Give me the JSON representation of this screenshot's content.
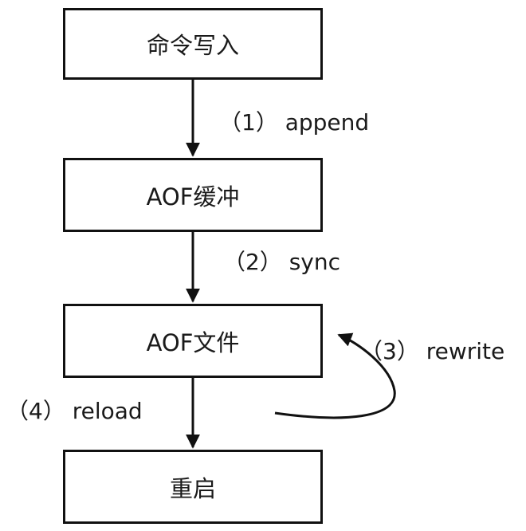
{
  "boxes": [
    {
      "label": "命令写入"
    },
    {
      "label": "AOF缓冲"
    },
    {
      "label": "AOF文件"
    },
    {
      "label": "重启"
    }
  ],
  "edges": [
    {
      "label": "（1） append"
    },
    {
      "label": "（2） sync"
    },
    {
      "label": "（3） rewrite"
    },
    {
      "label": "（4） reload"
    }
  ],
  "colors": {
    "stroke": "#111111",
    "background": "#ffffff"
  }
}
